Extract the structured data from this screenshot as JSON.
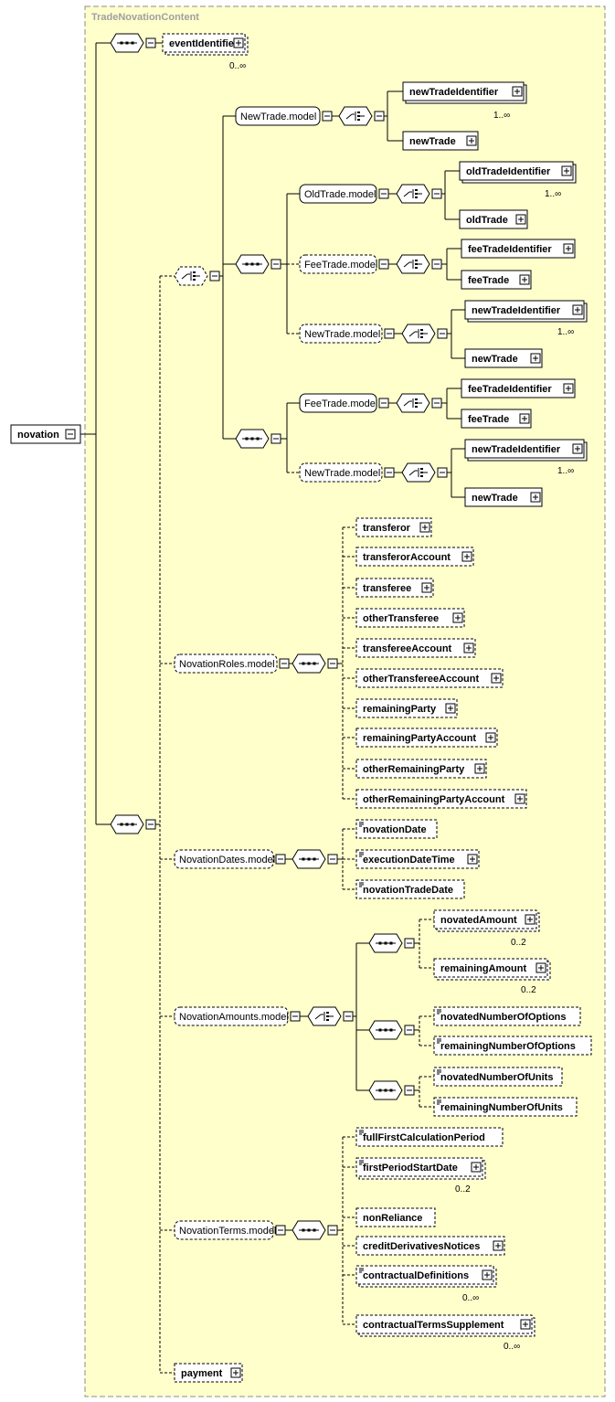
{
  "diagram": {
    "title": "TradeNovationContent",
    "root": "novation",
    "elements": {
      "eventIdentifier": "eventIdentifier",
      "newTradeIdentifier": "newTradeIdentifier",
      "newTrade": "newTrade",
      "oldTradeIdentifier": "oldTradeIdentifier",
      "oldTrade": "oldTrade",
      "feeTradeIdentifier": "feeTradeIdentifier",
      "feeTrade": "feeTrade",
      "transferor": "transferor",
      "transferorAccount": "transferorAccount",
      "transferee": "transferee",
      "otherTransferee": "otherTransferee",
      "transfereeAccount": "transfereeAccount",
      "otherTransfereeAccount": "otherTransfereeAccount",
      "remainingParty": "remainingParty",
      "remainingPartyAccount": "remainingPartyAccount",
      "otherRemainingParty": "otherRemainingParty",
      "otherRemainingPartyAccount": "otherRemainingPartyAccount",
      "novationDate": "novationDate",
      "executionDateTime": "executionDateTime",
      "novationTradeDate": "novationTradeDate",
      "novatedAmount": "novatedAmount",
      "remainingAmount": "remainingAmount",
      "novatedNumberOfOptions": "novatedNumberOfOptions",
      "remainingNumberOfOptions": "remainingNumberOfOptions",
      "novatedNumberOfUnits": "novatedNumberOfUnits",
      "remainingNumberOfUnits": "remainingNumberOfUnits",
      "fullFirstCalculationPeriod": "fullFirstCalculationPeriod",
      "firstPeriodStartDate": "firstPeriodStartDate",
      "nonReliance": "nonReliance",
      "creditDerivativesNotices": "creditDerivativesNotices",
      "contractualDefinitions": "contractualDefinitions",
      "contractualTermsSupplement": "contractualTermsSupplement",
      "payment": "payment"
    },
    "groups": {
      "NewTrade": "NewTrade.model",
      "OldTrade": "OldTrade.model",
      "FeeTrade": "FeeTrade.model",
      "NovationRoles": "NovationRoles.model",
      "NovationDates": "NovationDates.model",
      "NovationAmounts": "NovationAmounts.model",
      "NovationTerms": "NovationTerms.model"
    },
    "occurrences": {
      "zero_many": "0..∞",
      "one_many": "1..∞",
      "zero_two": "0..2"
    }
  }
}
